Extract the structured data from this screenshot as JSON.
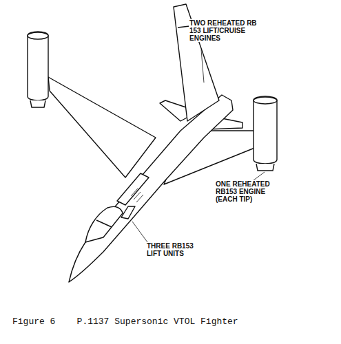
{
  "diagram": {
    "caption": "Figure 6    P.1137 Supersonic VTOL Fighter",
    "labels": [
      "TWO REHEATED RB 153 LIFT/CRUISE ENGINES",
      "THREE RB153 LIFT UNITS",
      "ONE REHEATED RB153 ENGINE (EACH TIP)"
    ]
  }
}
